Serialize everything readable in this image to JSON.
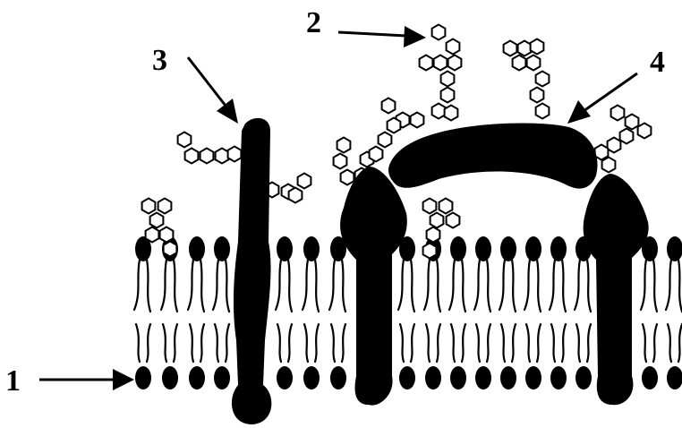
{
  "labels": {
    "callout_1": "1",
    "callout_2": "2",
    "callout_3": "3",
    "callout_4": "4"
  },
  "colors": {
    "ink": "#000000",
    "background": "#ffffff"
  }
}
